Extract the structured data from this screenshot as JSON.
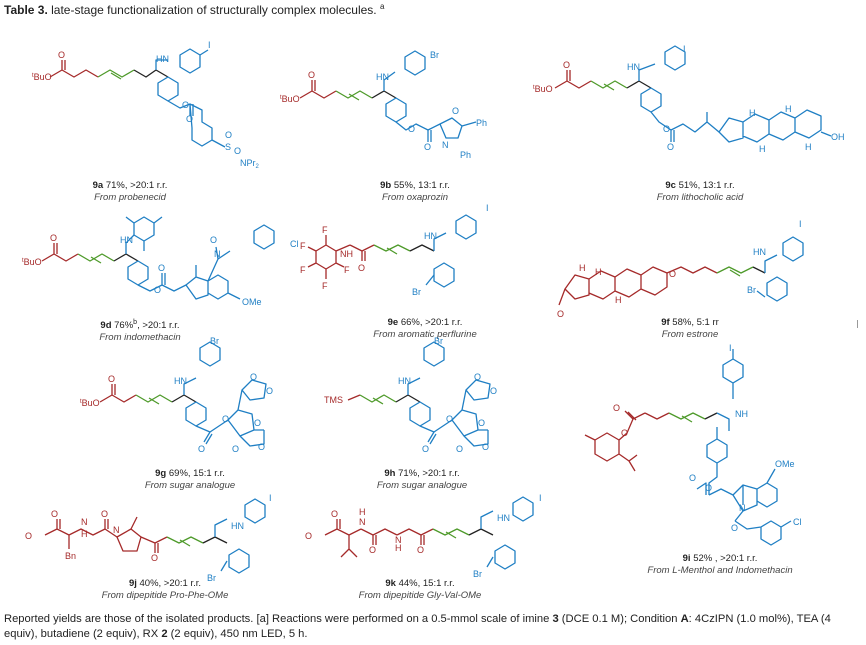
{
  "title": {
    "label": "Table 3.",
    "text": " late-stage functionalization of structurally complex molecules. ",
    "mark": "a"
  },
  "atoms": {
    "I": "I",
    "Br": "Br",
    "Cl": "Cl",
    "HN": "HN",
    "NH": "NH",
    "O": "O",
    "N": "N",
    "S": "S",
    "F": "F",
    "H": "H",
    "OH": "OH",
    "OMe": "OMe",
    "tBuO": "BuO",
    "t": "t",
    "Ph": "Ph",
    "NPr2": "NPr",
    "two": "2",
    "TMS": "TMS",
    "Bn": "Bn"
  },
  "entries": [
    {
      "id": "9a",
      "result": " 71%, >20:1 r.r.",
      "note": "",
      "source": "From probenecid"
    },
    {
      "id": "9b",
      "result": " 55%, 13:1 r.r.",
      "note": "",
      "source": "From oxaprozin"
    },
    {
      "id": "9c",
      "result": " 51%, 13:1 r.r.",
      "note": "",
      "source": "From lithocholic acid"
    },
    {
      "id": "9d",
      "result": " 76%",
      "note": "b",
      "result_tail": ", >20:1 r.r.",
      "source": "From indomethacin"
    },
    {
      "id": "9e",
      "result": " 66%, >20:1 r.r.",
      "note": "",
      "source": "From aromatic perflurine"
    },
    {
      "id": "9f",
      "result": " 58%, 5:1 rr",
      "note": "",
      "source": "From estrone"
    },
    {
      "id": "9g",
      "result": " 69%, 15:1 r.r.",
      "note": "",
      "source": "From sugar analogue"
    },
    {
      "id": "9h",
      "result": " 71%, >20:1 r.r.",
      "note": "",
      "source": "From sugar analogue"
    },
    {
      "id": "9i",
      "result": " 52% , >20:1 r.r.",
      "note": "",
      "source": "From L-Menthol and Indomethacin"
    },
    {
      "id": "9j",
      "result": " 40%, >20:1 r.r.",
      "note": "",
      "source": "From dipepitide Pro-Phe-OMe"
    },
    {
      "id": "9k",
      "result": " 44%, 15:1 r.r.",
      "note": "",
      "source": "From dipepitide Gly-Val-OMe"
    }
  ],
  "footnote": {
    "p1": "Reported yields are those of the isolated products. [a] Reactions were performed on a 0.5-mmol scale of imine ",
    "b1": "3",
    "p2": " (DCE 0.1 M); Condition ",
    "b2": "A",
    "p3": ": 4CzIPN (1.0 mol%), TEA (4 equiv), butadiene (2 equiv), RX ",
    "b3": "2",
    "p4": " (2 equiv), 450 nm LED, 5 h."
  },
  "colors": {
    "red": "#a52a2a",
    "green": "#4e9a2a",
    "blue": "#1f7fc4",
    "black": "#222222"
  }
}
